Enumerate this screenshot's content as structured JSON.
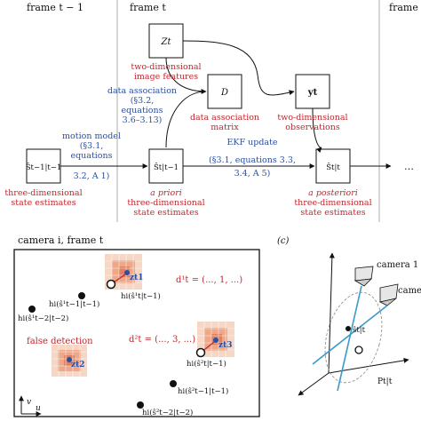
{
  "frames": {
    "prev": "frame t − 1",
    "curr": "frame t",
    "next": "frame t"
  },
  "top_diagram": {
    "boxes": {
      "state_prev": "Ŝt−1|t−1",
      "z_t": "Zt",
      "d": "D",
      "y_t": "yt",
      "state_prior": "Ŝt|t−1",
      "state_post": "Ŝt|t"
    },
    "labels": {
      "z_t_caption_1": "two-dimensional",
      "z_t_caption_2": "image features",
      "d_caption_1": "data association",
      "d_caption_2": "matrix",
      "y_caption_1": "two-dimensional",
      "y_caption_2": "observations",
      "prev_caption_1": "three-dimensional",
      "prev_caption_2": "state estimates",
      "prior_caption_1": "a priori",
      "prior_caption_2": "three-dimensional",
      "prior_caption_3": "state estimates",
      "post_caption_1": "a posteriori",
      "post_caption_2": "three-dimensional",
      "post_caption_3": "state estimates"
    },
    "edge_labels": {
      "motion_1": "motion model",
      "motion_2": "(§3.1,",
      "motion_3": "equations",
      "motion_4": "3.2, A 1)",
      "da_1": "data association",
      "da_2": "(§3.2,",
      "da_3": "equations",
      "da_4": "3.6–3.13)",
      "ekf_1": "EKF update",
      "ekf_2": "(§3.1, equations 3.3,",
      "ekf_3": "3.4, A 5)"
    },
    "ellipsis": "…"
  },
  "bottom_left": {
    "title": "camera i, frame t",
    "d1": "d¹t = (..., 1, ...)",
    "d2": "d²t = (..., 3, ...)",
    "false_detection": "false detection",
    "z1": "zt1",
    "z2": "zt2",
    "z3": "zt3",
    "h_labels": [
      "hi(ŝ¹t|t−1)",
      "hi(ŝ¹t−1|t−1)",
      "hi(ŝ¹t−2|t−2)",
      "hi(ŝ²t|t−1)",
      "hi(ŝ²t−1|t−1)",
      "hi(ŝ²t−2|t−2)"
    ],
    "axis_u": "u",
    "axis_v": "v"
  },
  "bottom_right": {
    "panel_label": "(c)",
    "camera1": "camera 1",
    "camera2": "camera",
    "s_label": "ŝt|t",
    "p_label": "Pt|t"
  },
  "colors": {
    "blue": "#2a4fa0",
    "red": "#c0272d",
    "heat_light": "#f6d6c4",
    "heat_mid": "#eea889",
    "heat_dark": "#e08060"
  }
}
